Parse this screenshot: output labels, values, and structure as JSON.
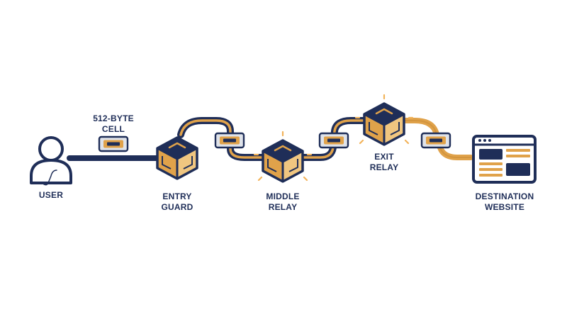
{
  "colors": {
    "navy": "#1f2e58",
    "gold": "#e0a24a",
    "gold_light": "#f0c680",
    "cell_bg": "#dfe3ea",
    "glow": "#f2b35a",
    "background": "#ffffff"
  },
  "icons": {
    "user": "user-icon",
    "relay": "relay-cube-icon",
    "cell": "data-cell-icon",
    "website": "browser-window-icon"
  },
  "labels": {
    "cell": {
      "line1": "512-BYTE",
      "line2": "CELL"
    },
    "user": {
      "line1": "USER"
    },
    "entry": {
      "line1": "ENTRY",
      "line2": "GUARD"
    },
    "middle": {
      "line1": "MIDDLE",
      "line2": "RELAY"
    },
    "exit": {
      "line1": "EXIT",
      "line2": "RELAY"
    },
    "destination": {
      "line1": "DESTINATION",
      "line2": "WEBSITE"
    }
  }
}
